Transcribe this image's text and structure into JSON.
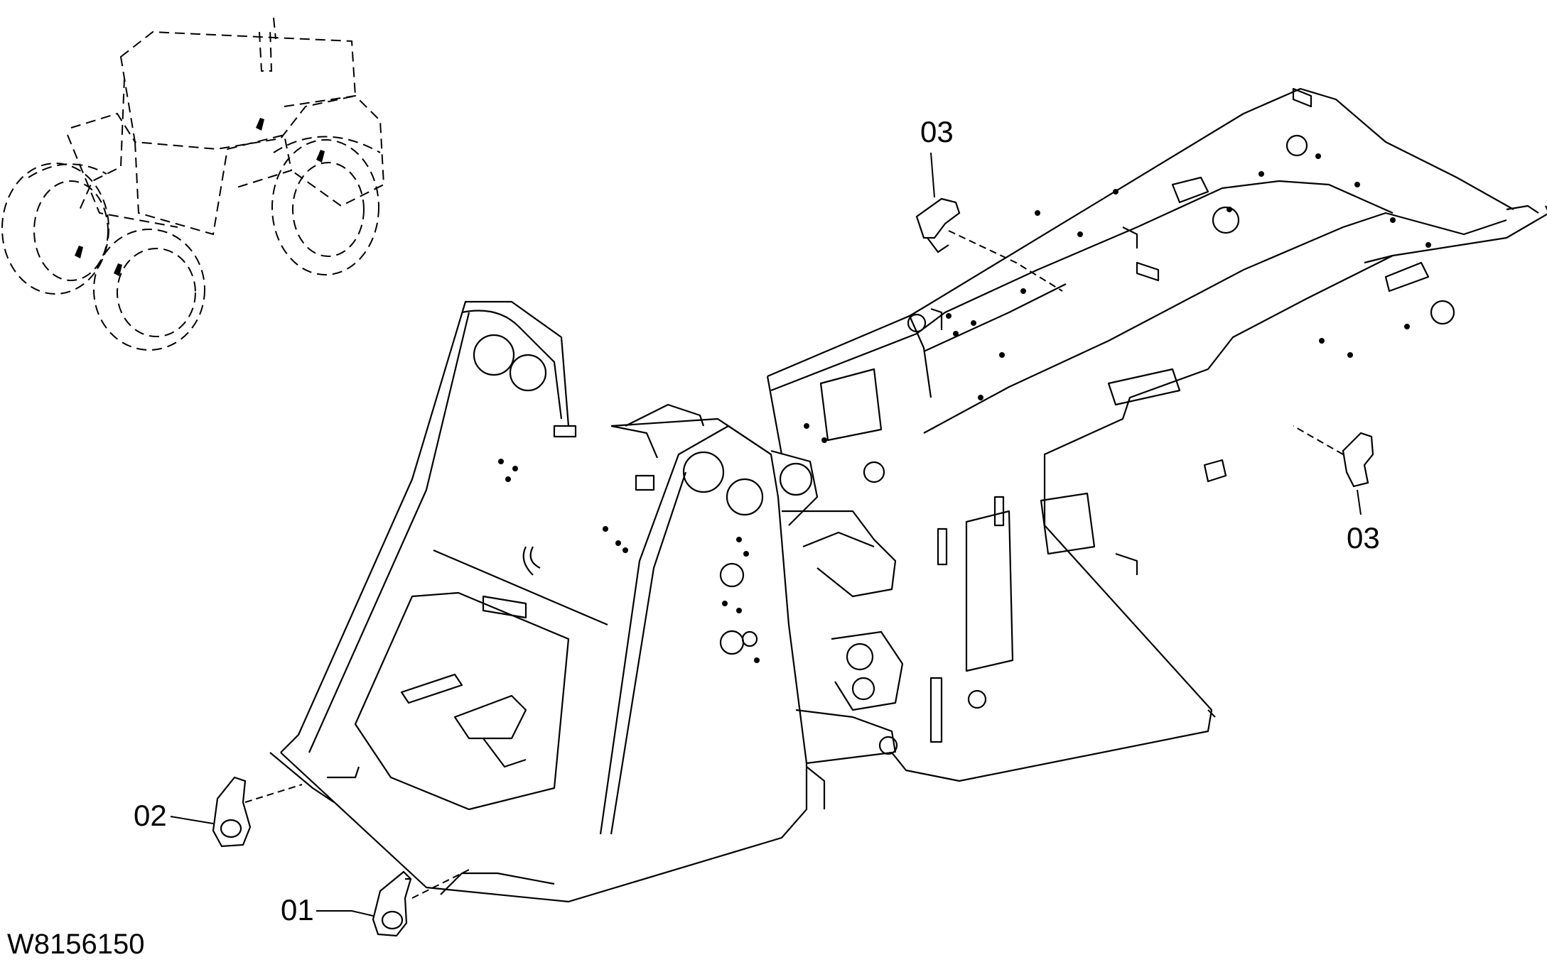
{
  "drawing": {
    "number": "W8156150",
    "colors": {
      "line": "#000000",
      "background": "#ffffff"
    }
  },
  "callouts": [
    {
      "id": "c01",
      "label": "01"
    },
    {
      "id": "c02",
      "label": "02"
    },
    {
      "id": "c03a",
      "label": "03"
    },
    {
      "id": "c03b",
      "label": "03"
    }
  ]
}
